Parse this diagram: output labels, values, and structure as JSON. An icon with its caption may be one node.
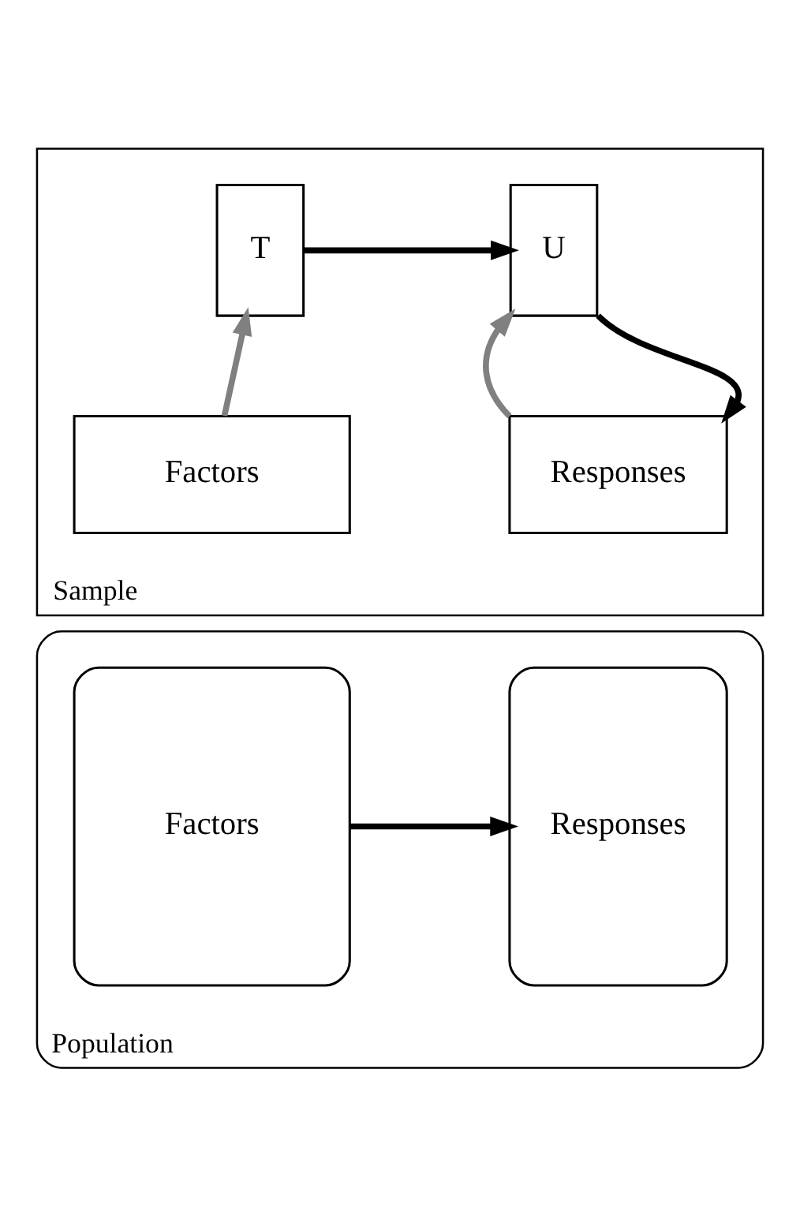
{
  "diagram": {
    "nodes": [
      {
        "text": [
          "Sample"
        ]
      },
      {
        "text": [
          "T"
        ],
        "in": 0
      },
      {
        "text": [
          "U"
        ],
        "in": 0
      },
      {
        "text": [
          "Factors"
        ],
        "in": 0
      },
      {
        "text": [
          "Responses"
        ],
        "in": 0
      },
      {
        "text": [
          "Population"
        ]
      },
      {
        "text": [
          "Factors"
        ],
        "in": 5
      },
      {
        "text": [
          "Responses"
        ],
        "in": 5
      }
    ],
    "edges": [
      {
        "from": 1,
        "to": 2,
        "arrow": "to"
      },
      {
        "from": 3,
        "to": 1,
        "arrow": "to",
        "color": "#808080"
      },
      {
        "from": 2,
        "to": 4,
        "arrow": "to"
      },
      {
        "from": 4,
        "to": 2,
        "arrow": "to",
        "color": "#808080"
      },
      {
        "from": 6,
        "to": 7,
        "arrow": "to"
      }
    ]
  }
}
